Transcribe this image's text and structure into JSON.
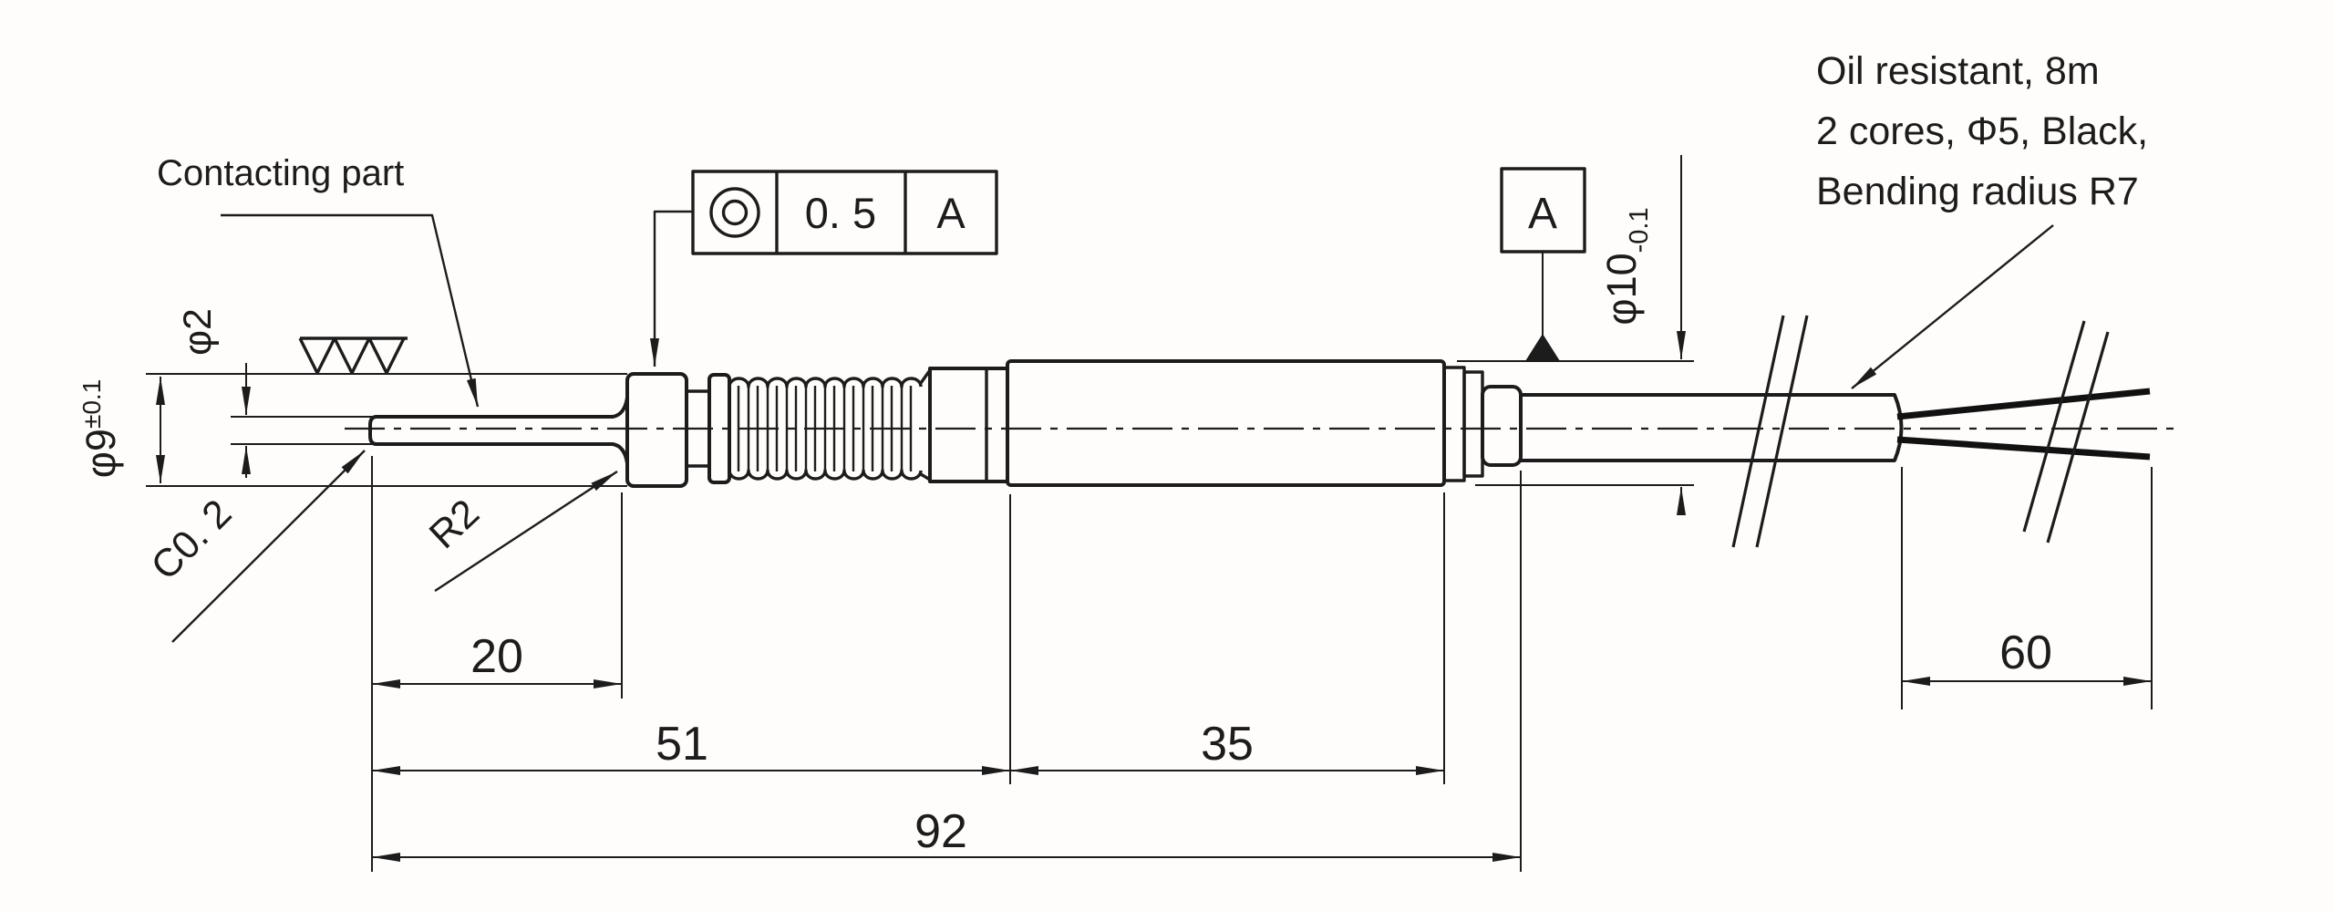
{
  "callouts": {
    "contacting_part": "Contacting part",
    "cable_note": {
      "line1": "Oil resistant, 8m",
      "line2": "2 cores, Φ5, Black,",
      "line3": "Bending radius R7"
    },
    "chamfer": "C0. 2",
    "fillet_radius": "R2"
  },
  "diameters": {
    "tip": {
      "value": "φ2"
    },
    "mount": {
      "value": "φ9",
      "tolerance": "±0.1"
    },
    "body": {
      "value": "φ10",
      "tolerance": "-0.1"
    }
  },
  "feature_control_frame": {
    "symbol": "concentricity",
    "tolerance": "0. 5",
    "datum": "A"
  },
  "datum_flag": {
    "label": "A"
  },
  "dimensions": {
    "tip_length": "20",
    "front_length": "51",
    "body_length": "35",
    "overall_length": "92",
    "wire_length": "60"
  },
  "symbols": {
    "surface_finish": "triple-triangle"
  },
  "colors": {
    "ink": "#1c1c1c",
    "paper": "#fffdfb"
  }
}
